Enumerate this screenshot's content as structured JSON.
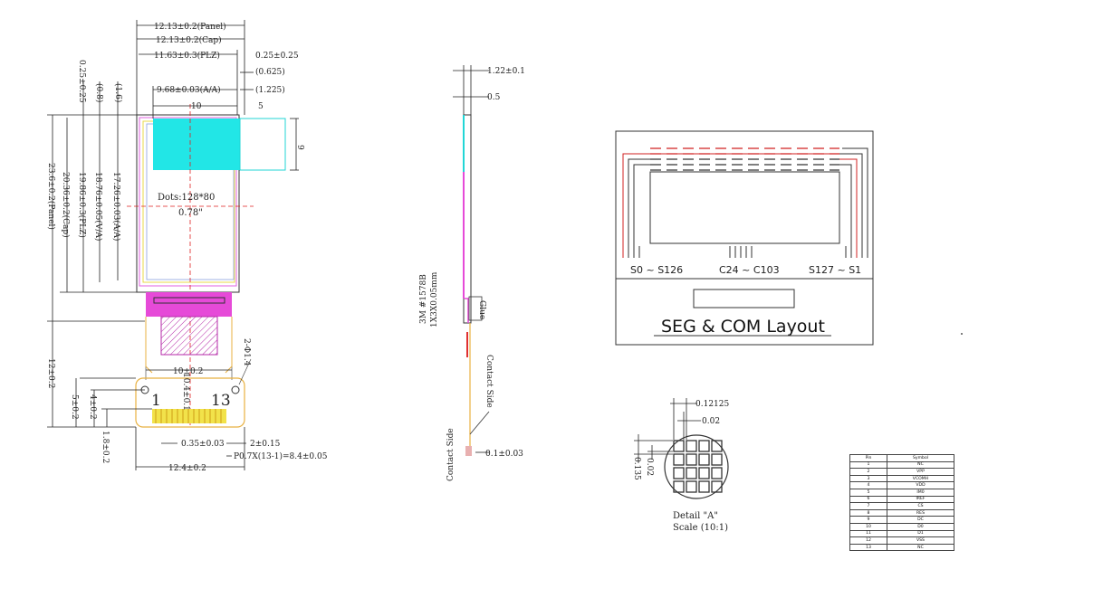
{
  "front_view": {
    "dims": {
      "panel_w": "12.13±0.2(Panel)",
      "cap_w": "12.13±0.2(Cap)",
      "plz_w": "11.63±0.3(PLZ)",
      "right_a": "0.25±0.25",
      "right_b": "(0.625)",
      "right_c": "(1.225)",
      "aa_w": "9.68±0.03(A/A)",
      "ten_top": "10",
      "five_top": "5",
      "nine": "9",
      "left_a": "0.25±0.25",
      "left_b": "(0.8)",
      "left_c": "(1.6)",
      "panel_h": "23.6±0.2(Panel)",
      "cap_h": "20.36±0.2(Cap)",
      "plz_h": "19.86±0.3(PLZ)",
      "va_h": "18.76±0.05(V/A)",
      "aa_h": "17.26±0.03(A/A)",
      "fpc_h": "12±0.2",
      "fpc_a": "5±0.2",
      "fpc_b": "4±0.2",
      "fpc_c": "1.8±0.2",
      "fpc_w": "10±0.2",
      "fpc_mid": "10.4±0.1",
      "fpc_total": "12.4±0.2",
      "pin_pitch": "0.35±0.03",
      "pin_end": "2±0.15",
      "pin_span": "P0.7X(13-1)=8.4±0.05",
      "hole": "2-Φ1.4"
    },
    "dots": "Dots:128*80",
    "diag": "0.78\"",
    "pin_first": "1",
    "pin_last": "13"
  },
  "side_view": {
    "thick": "1.22±0.1",
    "half": "0.5",
    "tape": "3M #1578B",
    "tape_size": "1X3X0.05mm",
    "glue": "Glue",
    "contact_side_a": "Contact Side",
    "contact_side_b": "Contact Side",
    "bottom": "0.1±0.03"
  },
  "seg_com": {
    "title": "SEG & COM Layout",
    "left_label": "S0 ~ S126",
    "mid_label": "C24 ~ C103",
    "right_label": "S127 ~ S1"
  },
  "detail": {
    "pitch_a": "0.12125",
    "gap_a": "0.02",
    "gap_b": "0.02",
    "pitch_b": "0.135",
    "title": "Detail \"A\"",
    "scale": "Scale (10:1)"
  },
  "pin_table": {
    "headers": [
      "Pin",
      "Symbol"
    ],
    "rows": [
      [
        "1",
        "NC"
      ],
      [
        "2",
        "VPP"
      ],
      [
        "3",
        "VCOMH"
      ],
      [
        "4",
        "VDD"
      ],
      [
        "5",
        "IM0"
      ],
      [
        "6",
        "IREF"
      ],
      [
        "7",
        "CS"
      ],
      [
        "8",
        "RES"
      ],
      [
        "9",
        "DC"
      ],
      [
        "10",
        "D0"
      ],
      [
        "11",
        "D1"
      ],
      [
        "12",
        "VSS"
      ],
      [
        "13",
        "NC"
      ]
    ]
  },
  "colors": {
    "active_area": "#22e6e6",
    "fpc": "#e64ad8",
    "frame_pink": "#e060e0",
    "frame_yellow": "#e8d84a",
    "center_line": "#e02020",
    "seg_red": "#d02020"
  }
}
